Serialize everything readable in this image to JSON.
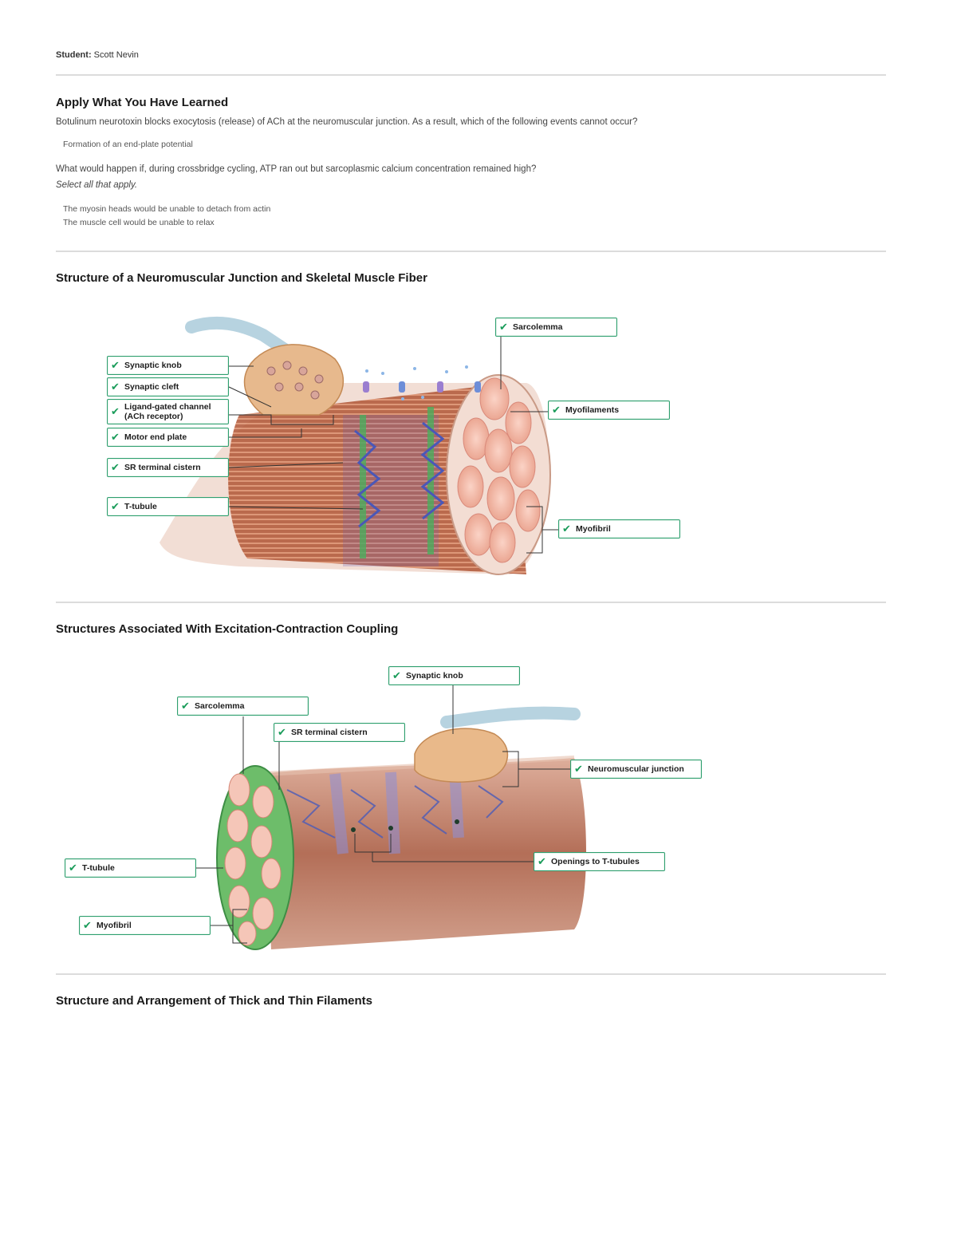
{
  "header": {
    "student_label": "Student:",
    "student_name": "Scott Nevin"
  },
  "section1": {
    "title": "Apply What You Have Learned",
    "q1": "Botulinum neurotoxin blocks exocytosis (release) of ACh at the neuromuscular junction. As a result, which of the following events cannot occur?",
    "q1_answer": "Formation of an end-plate potential",
    "q2": "What would happen if, during crossbridge cycling, ATP ran out but sarcoplasmic calcium concentration remained high?",
    "q2_instruction": "Select all that apply.",
    "q2_answers": [
      "The myosin heads would be unable to detach from actin",
      "The muscle cell would be unable to relax"
    ]
  },
  "section2": {
    "title": "Structure of a Neuromuscular Junction and Skeletal Muscle Fiber",
    "labels": {
      "synaptic_knob": "Synaptic knob",
      "synaptic_cleft": "Synaptic cleft",
      "ligand_channel_1": "Ligand-gated channel",
      "ligand_channel_2": "(ACh receptor)",
      "motor_end_plate": "Motor end plate",
      "sr_terminal": "SR terminal cistern",
      "t_tubule": "T-tubule",
      "sarcolemma": "Sarcolemma",
      "myofilaments": "Myofilaments",
      "myofibril": "Myofibril"
    }
  },
  "section3": {
    "title": "Structures Associated With Excitation-Contraction Coupling",
    "labels": {
      "synaptic_knob": "Synaptic knob",
      "sarcolemma": "Sarcolemma",
      "sr_terminal": "SR terminal cistern",
      "neuromuscular_junction": "Neuromuscular junction",
      "openings": "Openings to T-tubules",
      "t_tubule": "T-tubule",
      "myofibril": "Myofibril"
    }
  },
  "section4": {
    "title": "Structure and Arrangement of Thick and Thin Filaments"
  },
  "icons": {
    "check": "check-icon"
  },
  "colors": {
    "check_green": "#1a9c5a",
    "muscle_red": "#b45a3c",
    "sr_blue": "#5a6fc4",
    "t_tubule_green": "#5fb86a"
  }
}
